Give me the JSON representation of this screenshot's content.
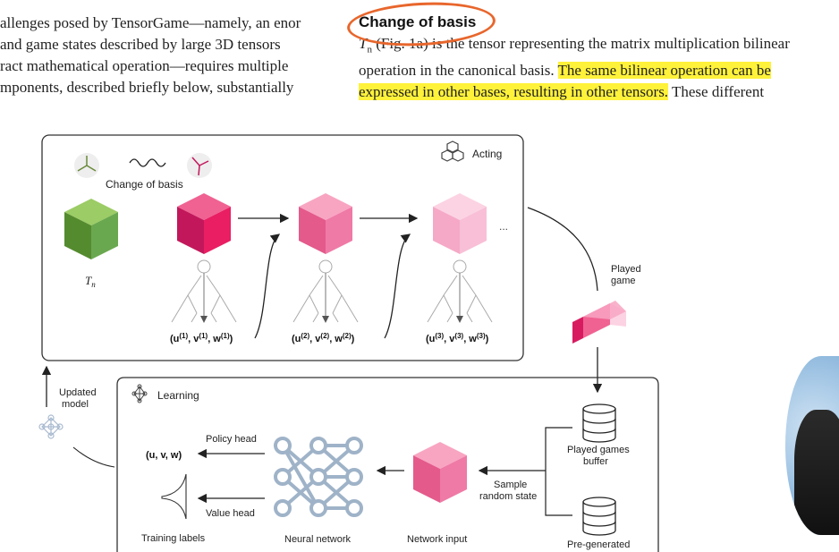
{
  "left_column": {
    "lines": [
      "allenges posed by TensorGame—namely, an enor",
      "and game states described by large 3D tensors",
      "ract mathematical operation—requires multiple",
      "mponents, described briefly below, substantially"
    ]
  },
  "right_column": {
    "heading": "Change of basis",
    "line1_tn": "T",
    "line1_sub": "n",
    "line1_ref": "(Fig. 1a)",
    "line1_rest": " is the tensor representing the matrix multiplication bilinear",
    "line2_plain": "operation in the canonical basis. ",
    "line2_hl": "The same bilinear operation can be",
    "line3_hl": "expressed in other bases, resulting in other tensors.",
    "line3_rest": " These different"
  },
  "figure": {
    "acting_label": "Acting",
    "change_of_basis_label": "Change of basis",
    "tn_label": "T",
    "tn_sub": "n",
    "ellipsis": "...",
    "actions": [
      {
        "sup": "(1)"
      },
      {
        "sup": "(2)"
      },
      {
        "sup": "(3)"
      }
    ],
    "played_game_label1": "Played",
    "played_game_label2": "game",
    "learning_label": "Learning",
    "updated_model_label1": "Updated",
    "updated_model_label2": "model",
    "policy_head_label": "Policy head",
    "value_head_label": "Value head",
    "uvw_label": "(u, v, w)",
    "training_labels_label": "Training labels",
    "neural_network_label": "Neural network",
    "network_input_label": "Network input",
    "sample_label1": "Sample",
    "sample_label2": "random state",
    "buffer_label1": "Played games",
    "buffer_label2": "buffer",
    "pregen_label": "Pre-generated"
  },
  "colors": {
    "highlight": "#fff23a",
    "annotation_circle": "#e8662c",
    "green_cube": "#6aa84f",
    "pink_dark": "#d81b60",
    "pink_mid": "#ec6a9b",
    "pink_light": "#f5a9c6"
  }
}
